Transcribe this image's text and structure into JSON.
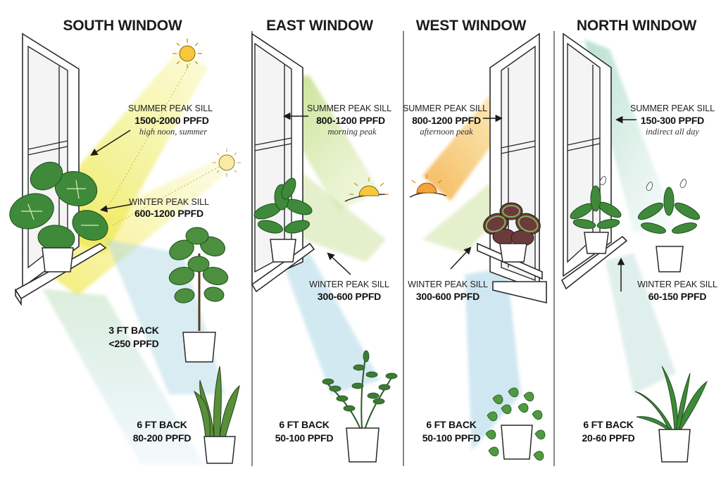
{
  "panels": [
    {
      "title": "SOUTH WINDOW",
      "summer": {
        "label": "SUMMER PEAK SILL",
        "value": "1500-2000 PPFD",
        "note": "high noon, summer"
      },
      "winter": {
        "label": "WINTER PEAK SILL",
        "value": "600-1200 PPFD"
      },
      "back3": {
        "label": "3 FT BACK",
        "value": "<250 PPFD"
      },
      "back6": {
        "label": "6 FT BACK",
        "value": "80-200 PPFD"
      }
    },
    {
      "title": "EAST WINDOW",
      "summer": {
        "label": "SUMMER PEAK SILL",
        "value": "800-1200 PPFD",
        "note": "morning peak"
      },
      "winter": {
        "label": "WINTER PEAK SILL",
        "value": "300-600 PPFD"
      },
      "back6": {
        "label": "6 FT BACK",
        "value": "50-100 PPFD"
      }
    },
    {
      "title": "WEST WINDOW",
      "summer": {
        "label": "SUMMER PEAK SILL",
        "value": "800-1200 PPFD",
        "note": "afternoon peak"
      },
      "winter": {
        "label": "WINTER PEAK SILL",
        "value": "300-600 PPFD"
      },
      "back6": {
        "label": "6 FT BACK",
        "value": "50-100 PPFD"
      }
    },
    {
      "title": "NORTH WINDOW",
      "summer": {
        "label": "SUMMER PEAK SILL",
        "value": "150-300 PPFD",
        "note": "indirect all day"
      },
      "winter": {
        "label": "WINTER PEAK SILL",
        "value": "60-150 PPFD"
      },
      "back6": {
        "label": "6 FT BACK",
        "value": "20-60 PPFD"
      }
    }
  ],
  "colors": {
    "sun": "#f6c83a",
    "summer_beam": "#e9e64a",
    "west_beam": "#f1b23e",
    "cool_beam": "#9fcfe0",
    "leaf": "#3f8a3a",
    "leaf_dark": "#2c6a2c"
  }
}
